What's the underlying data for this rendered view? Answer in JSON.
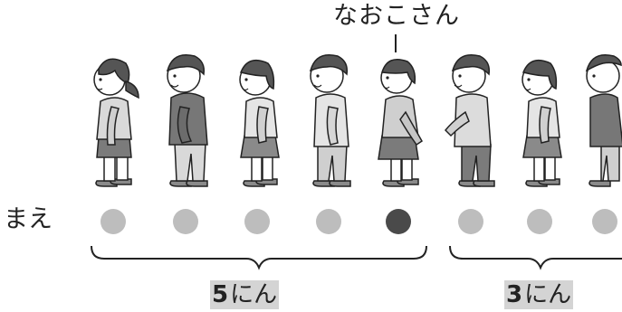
{
  "callout": {
    "name": "なおこさん"
  },
  "front_label": "まえ",
  "groups": [
    {
      "count": "5",
      "unit": "にん"
    },
    {
      "count": "3",
      "unit": "にん"
    }
  ],
  "children": [
    {
      "icon": "child-girl-ponytail-icon",
      "dot": "light"
    },
    {
      "icon": "child-boy-icon",
      "dot": "light"
    },
    {
      "icon": "child-girl-icon",
      "dot": "light"
    },
    {
      "icon": "child-boy-icon",
      "dot": "light"
    },
    {
      "icon": "child-naoko-icon",
      "dot": "dark"
    },
    {
      "icon": "child-boy-icon",
      "dot": "light"
    },
    {
      "icon": "child-girl-icon",
      "dot": "light"
    },
    {
      "icon": "child-boy-icon",
      "dot": "light"
    }
  ],
  "colors": {
    "dot_light": "#bdbdbd",
    "dot_dark": "#4a4a4a",
    "label_highlight": "#d4d4d4"
  }
}
